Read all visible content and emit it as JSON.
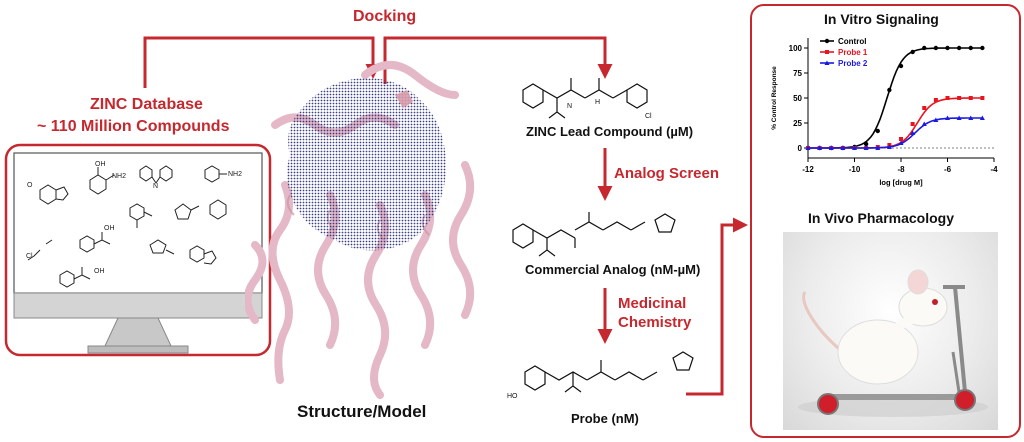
{
  "labels": {
    "docking": "Docking",
    "zinc_database_line1": "ZINC Database",
    "zinc_database_line2": "~ 110 Million Compounds",
    "structure_model": "Structure/Model",
    "zinc_lead": "ZINC Lead Compound (µM)",
    "analog_screen": "Analog Screen",
    "commercial_analog": "Commercial Analog (nM-µM)",
    "medicinal_chemistry_line1": "Medicinal",
    "medicinal_chemistry_line2": "Chemistry",
    "probe": "Probe (nM)",
    "in_vitro_title": "In Vitro Signaling",
    "in_vivo_title": "In Vivo Pharmacology"
  },
  "molecule_atoms": {
    "o": "O",
    "oh": "OH",
    "nh2": "NH2",
    "ho": "HO",
    "n": "N",
    "h": "H",
    "cl": "Cl"
  },
  "colors": {
    "accent_red": "#c5282e",
    "protein_pink": "#e4b8c6",
    "pocket_navy": "#2a2e7a",
    "control": "#000000",
    "probe1": "#e8141e",
    "probe2": "#1a1ae0"
  },
  "chart_data": {
    "type": "line",
    "title": "In Vitro Signaling",
    "xlabel": "log [drug M]",
    "ylabel": "% Control Response",
    "xlim": [
      -12,
      -4
    ],
    "ylim": [
      -10,
      110
    ],
    "xticks": [
      "-12",
      "-10",
      "-8",
      "-6",
      "-4"
    ],
    "yticks": [
      "0",
      "25",
      "50",
      "75",
      "100"
    ],
    "legend_position": "top-left",
    "baseline_dashed": 0,
    "series": [
      {
        "name": "Control",
        "color": "#000000",
        "marker": "circle",
        "x": [
          -12,
          -11.5,
          -11,
          -10.5,
          -10,
          -9.5,
          -9,
          -8.5,
          -8,
          -7.5,
          -7,
          -6.5,
          -6,
          -5.5,
          -5,
          -4.5
        ],
        "y": [
          0,
          0,
          0,
          0,
          1,
          4,
          17,
          58,
          82,
          96,
          100,
          100,
          100,
          100,
          100,
          100
        ]
      },
      {
        "name": "Probe 1",
        "color": "#e8141e",
        "marker": "square",
        "x": [
          -12,
          -11.5,
          -11,
          -10.5,
          -10,
          -9.5,
          -9,
          -8.5,
          -8,
          -7.5,
          -7,
          -6.5,
          -6,
          -5.5,
          -5,
          -4.5
        ],
        "y": [
          0,
          0,
          0,
          0,
          0,
          0,
          1,
          3,
          9,
          24,
          40,
          48,
          50,
          50,
          50,
          50
        ]
      },
      {
        "name": "Probe 2",
        "color": "#1a1ae0",
        "marker": "triangle",
        "x": [
          -12,
          -11.5,
          -11,
          -10.5,
          -10,
          -9.5,
          -9,
          -8.5,
          -8,
          -7.5,
          -7,
          -6.5,
          -6,
          -5.5,
          -5,
          -4.5
        ],
        "y": [
          0,
          0,
          0,
          0,
          0,
          0,
          0,
          1,
          5,
          15,
          24,
          28,
          30,
          30,
          30,
          30
        ]
      }
    ]
  }
}
